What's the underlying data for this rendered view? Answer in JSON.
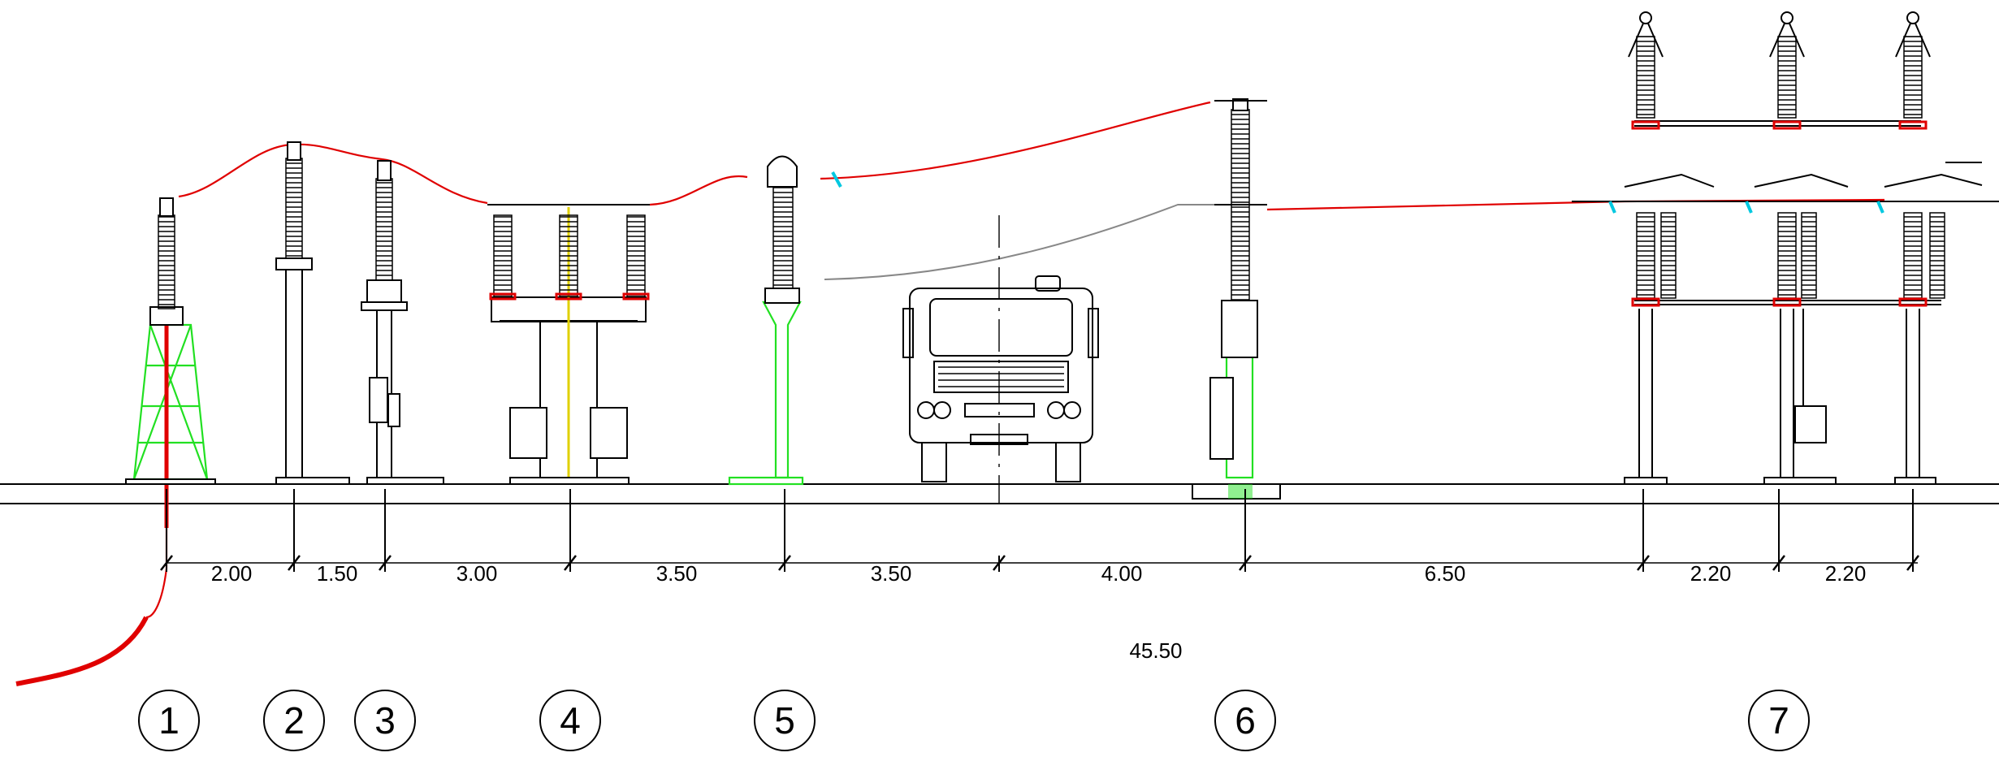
{
  "dimensions": [
    "2.00",
    "1.50",
    "3.00",
    "3.50",
    "3.50",
    "4.00",
    "6.50",
    "2.20",
    "2.20"
  ],
  "total": "45.50",
  "equipment_numbers": [
    "1",
    "2",
    "3",
    "4",
    "5",
    "6",
    "7"
  ],
  "colors": {
    "conductor": "#e00000",
    "support_structure": "#22e022",
    "outline": "#000000",
    "clamp": "#00c8e0",
    "dashed_line": "#888888"
  }
}
